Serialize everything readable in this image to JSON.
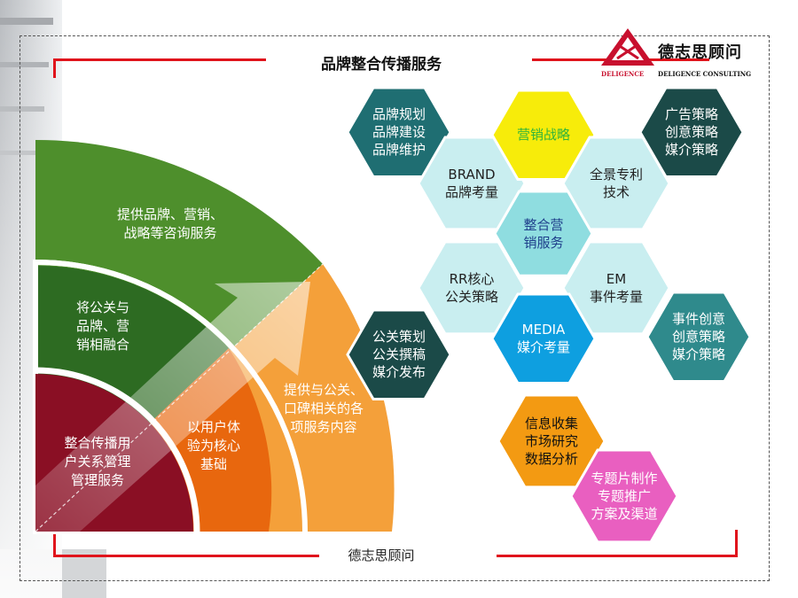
{
  "header": {
    "title": "品牌整合传播服务"
  },
  "footer": {
    "company": "德志思顾问"
  },
  "logo": {
    "name_cn": "德志思顾问",
    "name_en_left": "DELIGENCE",
    "name_en_right": "DELIGENCE CONSULTING"
  },
  "fan": {
    "outer": "提供品牌、营销、\n战略等咨询服务",
    "middle": "将公关与\n品牌、营\n销相融合",
    "inner": "整合传播用\n户关系管理\n管理服务",
    "orange_inner": "以用户体\n验为核心\n基础",
    "orange_outer": "提供与公关、\n口碑相关的各\n项服务内容"
  },
  "hexagons": [
    {
      "id": "brand-planning",
      "text": "品牌规划\n品牌建设\n品牌维护",
      "fill": "#1f6e72",
      "color": "#ffffff"
    },
    {
      "id": "brand",
      "text": "BRAND\n品牌考量",
      "fill": "#c9eef0",
      "color": "#222222"
    },
    {
      "id": "marketing-strategy",
      "text": "营销战略",
      "fill": "#f7ec0a",
      "color": "#2fb43c"
    },
    {
      "id": "panorama",
      "text": "全景专利\n技术",
      "fill": "#c9eef0",
      "color": "#222222"
    },
    {
      "id": "ad-strategy",
      "text": "广告策略\n创意策略\n媒介策略",
      "fill": "#1b4a48",
      "color": "#ffffff"
    },
    {
      "id": "integrated-marketing",
      "text": "整合营\n销服务",
      "fill": "#8fdde0",
      "color": "#1e3e8a"
    },
    {
      "id": "rr",
      "text": "RR核心\n公关策略",
      "fill": "#c9eef0",
      "color": "#222222"
    },
    {
      "id": "em",
      "text": "EM\n事件考量",
      "fill": "#c9eef0",
      "color": "#222222"
    },
    {
      "id": "pr-planning",
      "text": "公关策划\n公关撰稿\n媒介发布",
      "fill": "#1b4a48",
      "color": "#ffffff"
    },
    {
      "id": "media",
      "text": "MEDIA\n媒介考量",
      "fill": "#0e9fe0",
      "color": "#ffffff"
    },
    {
      "id": "event-creative",
      "text": "事件创意\n创意策略\n媒介策略",
      "fill": "#2f8a8c",
      "color": "#ffffff"
    },
    {
      "id": "info-collection",
      "text": "信息收集\n市场研究\n数据分析",
      "fill": "#f39a12",
      "color": "#111111"
    },
    {
      "id": "special-film",
      "text": "专题片制作\n专题推广\n方案及渠道",
      "fill": "#e95fc0",
      "color": "#ffffff"
    }
  ],
  "colors": {
    "accent_red": "#e0141c",
    "fan_outer": "#4a8a2a",
    "fan_middle": "#2a6a22",
    "fan_inner": "#8a0e22",
    "fan_orange_inner": "#e8670e",
    "fan_orange_outer": "#f39a2e"
  }
}
